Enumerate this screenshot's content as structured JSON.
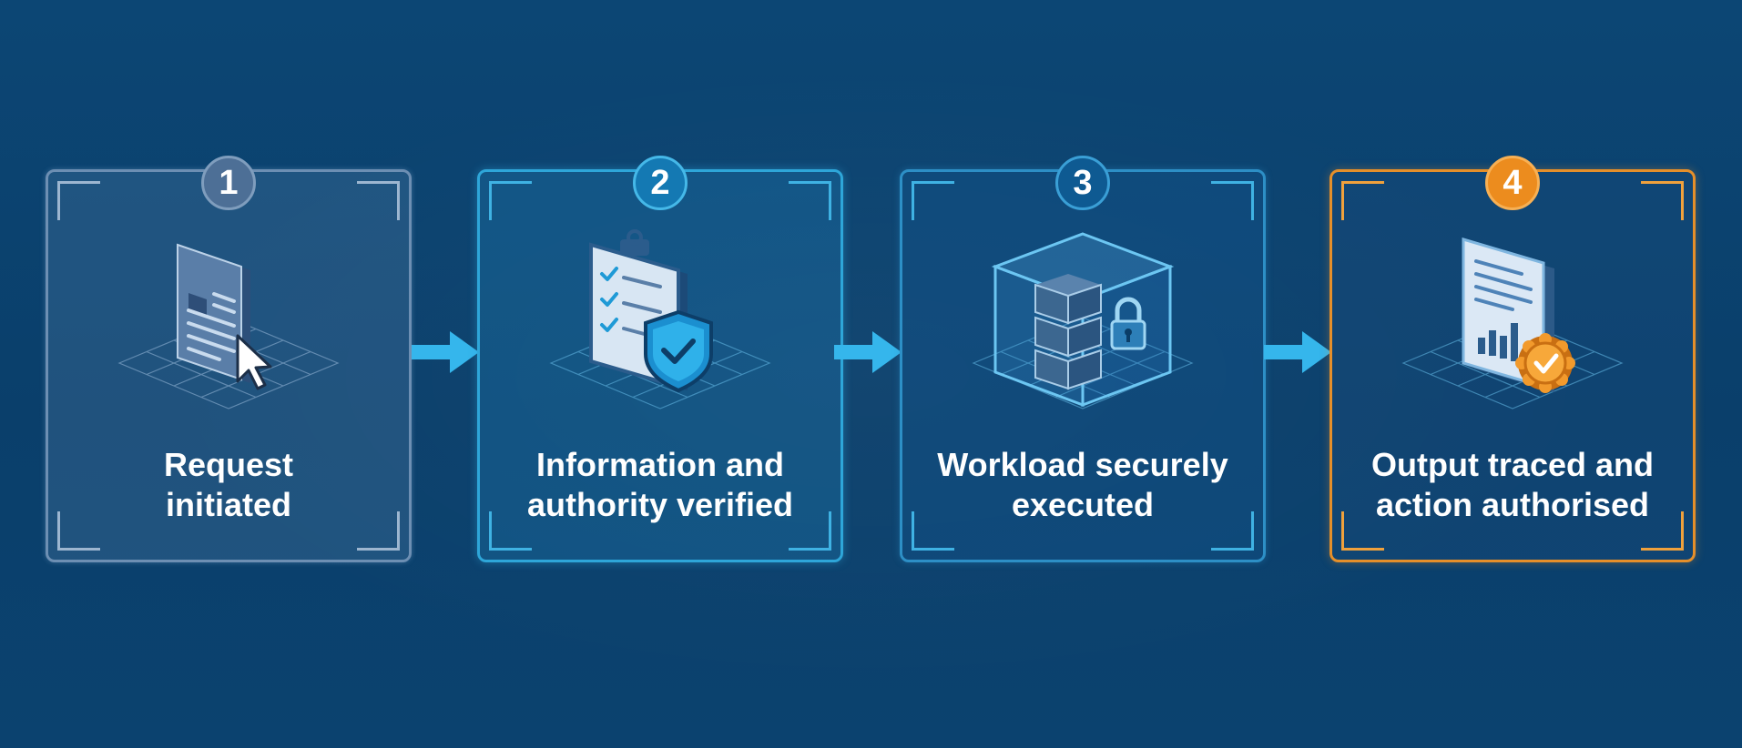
{
  "steps": [
    {
      "number": "1",
      "line1": "Request",
      "line2": "initiated",
      "icon": "document-cursor-icon",
      "accent": "#6d8fb3"
    },
    {
      "number": "2",
      "line1": "Information and",
      "line2": "authority verified",
      "icon": "clipboard-shield-icon",
      "accent": "#2ea6d9"
    },
    {
      "number": "3",
      "line1": "Workload securely",
      "line2": "executed",
      "icon": "server-lock-icon",
      "accent": "#2d8fc6"
    },
    {
      "number": "4",
      "line1": "Output traced and",
      "line2": "action authorised",
      "icon": "report-badge-icon",
      "accent": "#e58f2a"
    }
  ],
  "colors": {
    "background": "#0b4270",
    "arrow": "#35b6ec",
    "highlight": "#ec8c1e"
  }
}
